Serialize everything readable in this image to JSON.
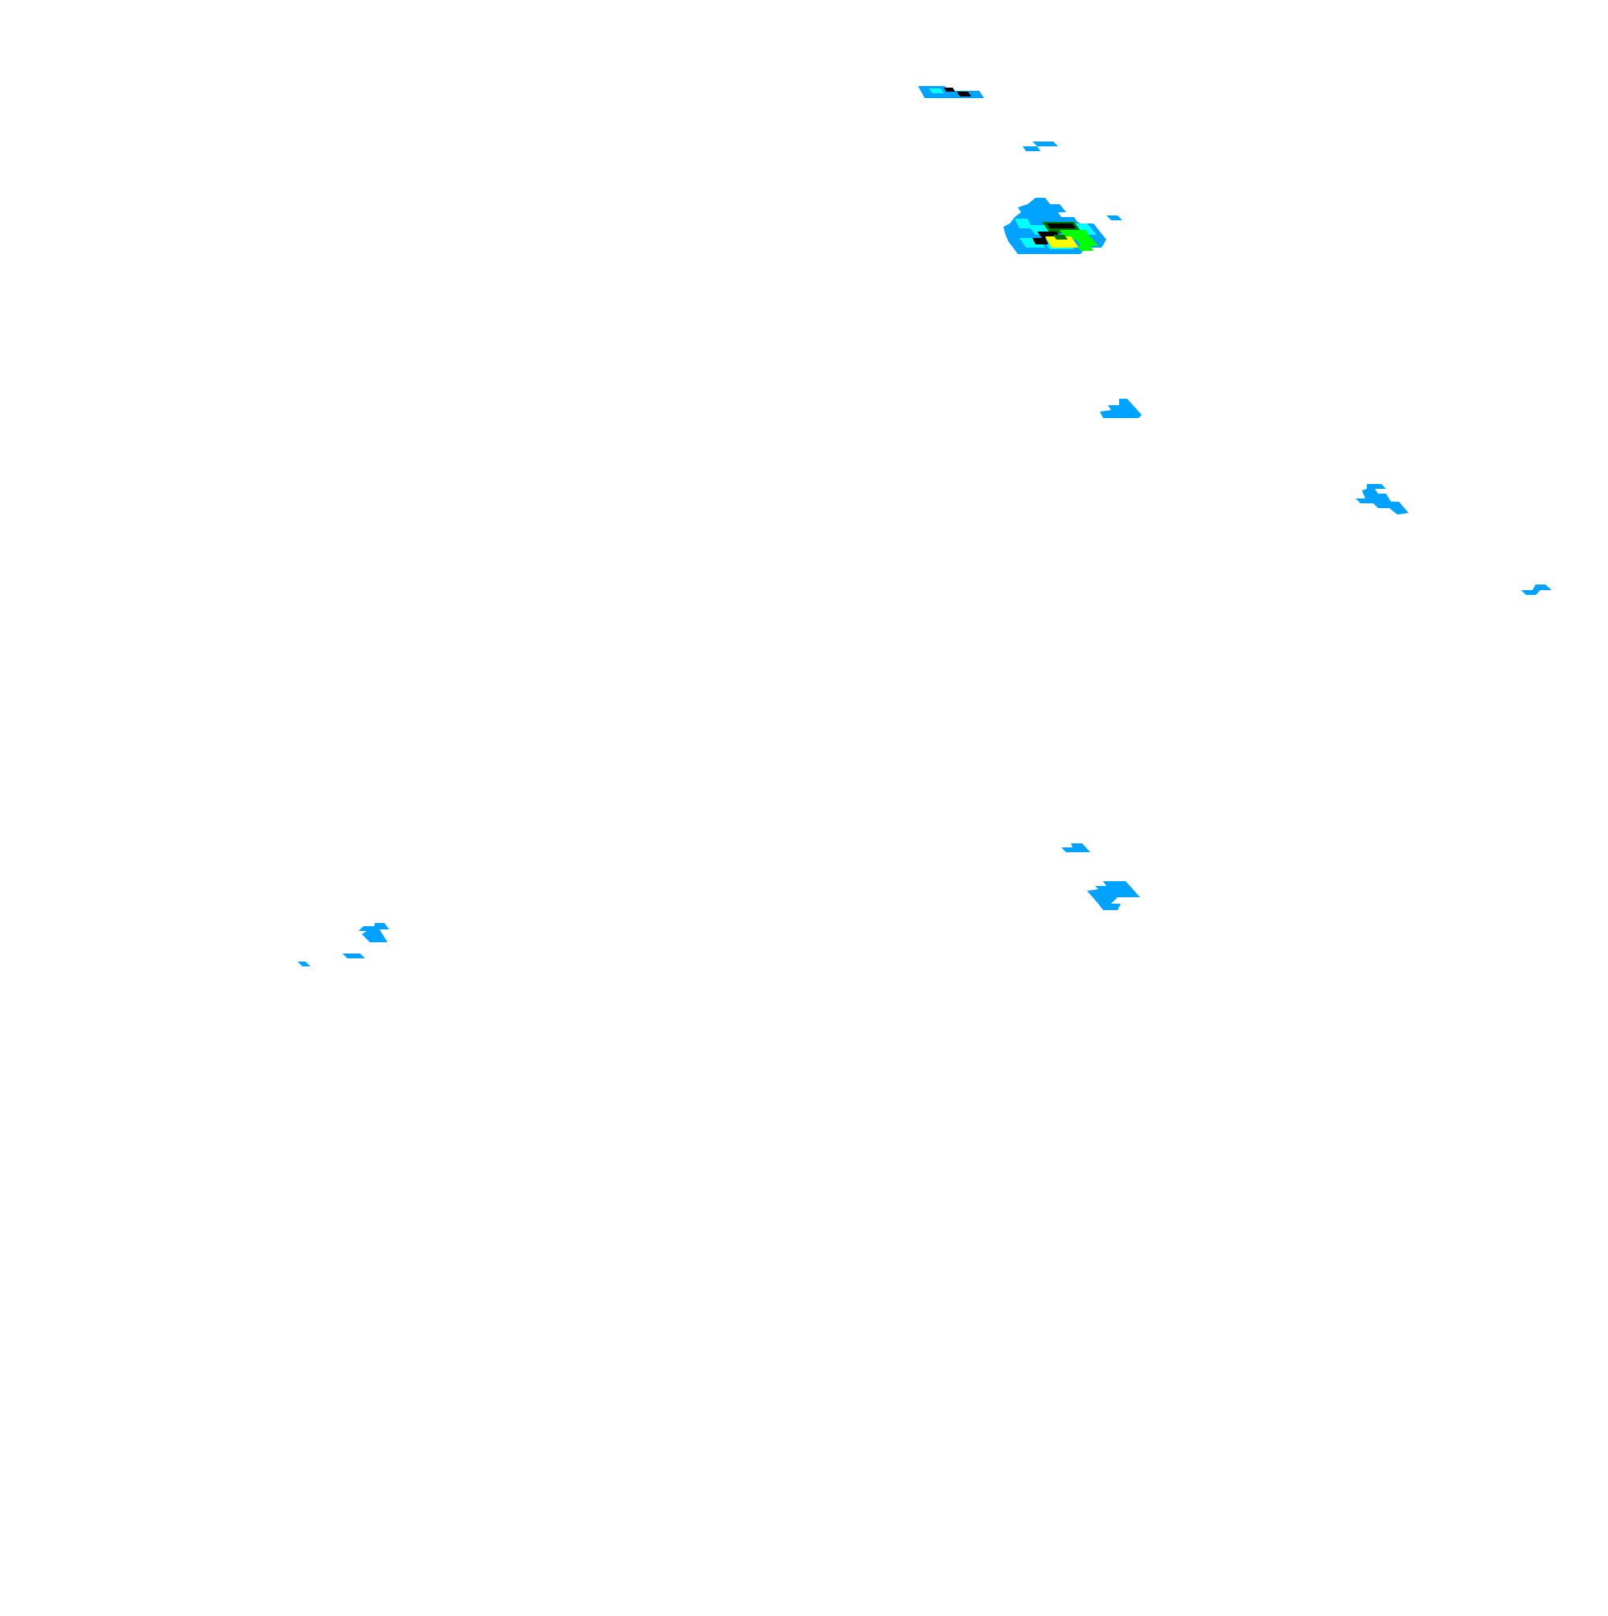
{
  "map": {
    "background_color": "#ffffff",
    "layer": "precipitation-radar-echoes",
    "palette": {
      "light": "#00a2ff",
      "cyan": "#00ffff",
      "green": "#00ff00",
      "dark_green": "#007700",
      "yellow": "#ffff00",
      "black": "#000000"
    },
    "echo_cells": [
      {
        "name": "cell-top-a",
        "intensity": [
          "light",
          "cyan",
          "black"
        ]
      },
      {
        "name": "cell-top-b",
        "intensity": [
          "light"
        ]
      },
      {
        "name": "cell-core",
        "intensity": [
          "light",
          "cyan",
          "green",
          "dark_green",
          "yellow",
          "black"
        ]
      },
      {
        "name": "cell-small-east",
        "intensity": [
          "light"
        ]
      },
      {
        "name": "cell-mid-1",
        "intensity": [
          "light"
        ]
      },
      {
        "name": "cell-mid-2",
        "intensity": [
          "light"
        ]
      },
      {
        "name": "cell-far-east",
        "intensity": [
          "light"
        ]
      },
      {
        "name": "cell-south-1",
        "intensity": [
          "light"
        ]
      },
      {
        "name": "cell-south-2",
        "intensity": [
          "light"
        ]
      },
      {
        "name": "cell-west-1",
        "intensity": [
          "light"
        ]
      },
      {
        "name": "cell-west-2",
        "intensity": [
          "light"
        ]
      },
      {
        "name": "cell-west-3",
        "intensity": [
          "light"
        ]
      }
    ]
  }
}
